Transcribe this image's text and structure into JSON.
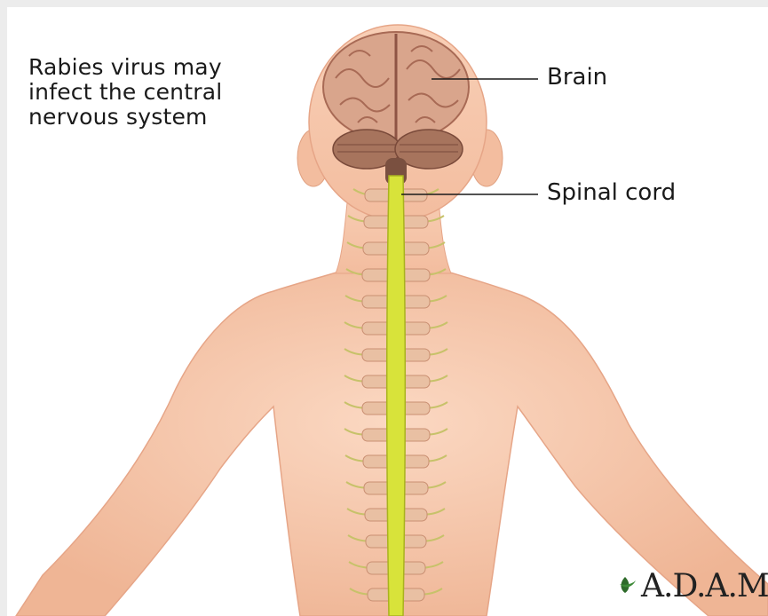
{
  "caption": "Rabies virus may\ninfect the central\nnervous system",
  "labels": {
    "brain": "Brain",
    "spinal_cord": "Spinal cord"
  },
  "logo": "A.D.A.M.",
  "colors": {
    "skin": "#f7c9ad",
    "brain": "#d9a58c",
    "spinal_cord": "#d8e33a",
    "nerves": "#c7c26a"
  }
}
